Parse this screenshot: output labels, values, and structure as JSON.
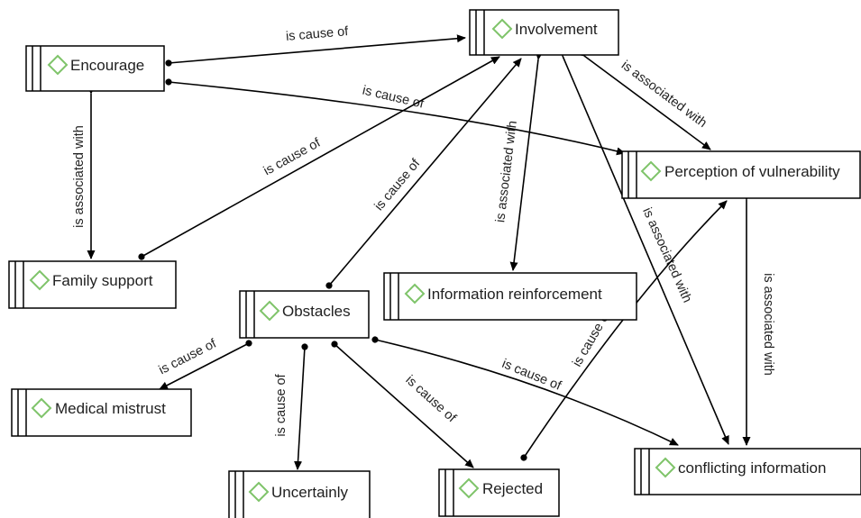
{
  "diagram": {
    "nodes": [
      {
        "id": "involvement",
        "label": "Involvement"
      },
      {
        "id": "encourage",
        "label": "Encourage"
      },
      {
        "id": "perception",
        "label": "Perception of vulnerability"
      },
      {
        "id": "family",
        "label": "Family support"
      },
      {
        "id": "obstacles",
        "label": "Obstacles"
      },
      {
        "id": "info",
        "label": "Information reinforcement"
      },
      {
        "id": "mistrust",
        "label": "Medical mistrust"
      },
      {
        "id": "uncertainly",
        "label": "Uncertainly"
      },
      {
        "id": "rejected",
        "label": "Rejected"
      },
      {
        "id": "conflicting",
        "label": "conflicting information"
      }
    ],
    "edges": [
      {
        "id": "e1",
        "from": "encourage",
        "to": "involvement",
        "label": "is cause of"
      },
      {
        "id": "e2",
        "from": "encourage",
        "to": "perception",
        "label": "is cause of"
      },
      {
        "id": "e3",
        "from": "encourage",
        "to": "family",
        "label": "is associated with",
        "bidirectional": true
      },
      {
        "id": "e4",
        "from": "family",
        "to": "involvement",
        "label": "is cause of"
      },
      {
        "id": "e5",
        "from": "obstacles",
        "to": "involvement",
        "label": "is cause of"
      },
      {
        "id": "e6",
        "from": "involvement",
        "to": "info",
        "label": "is associated with",
        "bidirectional": true
      },
      {
        "id": "e7",
        "from": "involvement",
        "to": "perception",
        "label": "is associated with",
        "bidirectional": true
      },
      {
        "id": "e8",
        "from": "involvement",
        "to": "conflicting",
        "label": "is associated with",
        "bidirectional": true
      },
      {
        "id": "e9",
        "from": "perception",
        "to": "conflicting",
        "label": "is associated with",
        "bidirectional": true
      },
      {
        "id": "e10",
        "from": "rejected",
        "to": "perception",
        "label": "is cause of"
      },
      {
        "id": "e11",
        "from": "obstacles",
        "to": "mistrust",
        "label": "is cause of"
      },
      {
        "id": "e12",
        "from": "obstacles",
        "to": "uncertainly",
        "label": "is cause of"
      },
      {
        "id": "e13",
        "from": "obstacles",
        "to": "rejected",
        "label": "is cause of"
      },
      {
        "id": "e14",
        "from": "obstacles",
        "to": "conflicting",
        "label": "is cause of"
      }
    ],
    "colors": {
      "diamond": "#7fc46a",
      "stroke": "#000000",
      "text": "#1f1f1f"
    }
  }
}
